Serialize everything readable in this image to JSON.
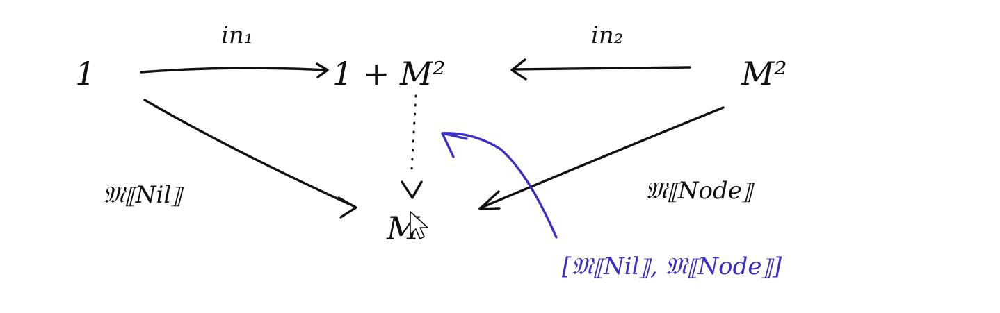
{
  "diagram": {
    "nodes": {
      "one": "1",
      "sum": "1 + M²",
      "square": "M²",
      "target": "M"
    },
    "arrows": {
      "in1": "in₁",
      "in2": "in₂",
      "nil": "𝔐⟦Nil⟧",
      "node": "𝔐⟦Node⟧"
    },
    "annotation": {
      "text": "[𝔐⟦Nil⟧, 𝔐⟦Node⟧]",
      "color": "#3b2fc4"
    },
    "colors": {
      "ink": "#111111",
      "annotation": "#3b2fc4",
      "background": "#ffffff"
    }
  }
}
